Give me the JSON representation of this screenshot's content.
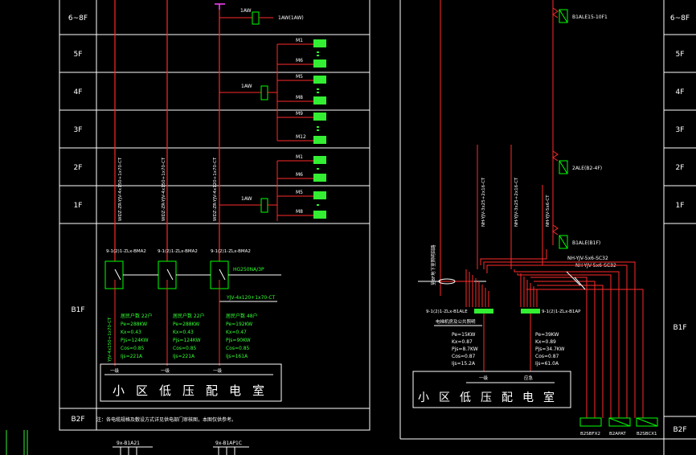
{
  "colors": {
    "background": "#000000",
    "frame": "#ffffff",
    "feeder": "#ff2a2a",
    "breaker": "#00ff00",
    "meter_fill": "#33ee33",
    "label": "#ffffff",
    "data_text": "#33ff33",
    "cable_label": "#ffffff",
    "top_mark": "#ff00ff"
  },
  "floors_left": [
    "6~8F",
    "5F",
    "4F",
    "3F",
    "2F",
    "1F",
    "B1F",
    "B2F"
  ],
  "floors_right": [
    "6~8F",
    "5F",
    "4F",
    "3F",
    "2F",
    "1F",
    "B1F",
    "B2F"
  ],
  "left_panel": {
    "vertical_cables": [
      "WDZ-ZR-YJV-4x150+1x70-CT",
      "WDZ-ZR-YJV-4x150+1x70-CT",
      "WDZ-ZR-YJV-4x120+1x70-CT"
    ],
    "bus_labels": [
      "9-1(2)1-ZLx-BMA2",
      "9-1(2)1-ZLx-BMA2",
      "9-1(2)1-ZLx-BMA2"
    ],
    "breaker_label": "HG250NA/3P",
    "feeder_cable": "YJV-4x120+1x70-CT",
    "left_down_cable": "YJV-4x150+1x70-CT",
    "feeder_data": [
      [
        "居民户数 22户",
        "Pe=288KW",
        "Kx=0.43",
        "Pjs=124KW",
        "Cos=0.85",
        "Ijs=221A"
      ],
      [
        "居民户数 22户",
        "Pe=288KW",
        "Kx=0.43",
        "Pjs=124KW",
        "Cos=0.85",
        "Ijs=221A"
      ],
      [
        "居民户数 48户",
        "Pe=192KW",
        "Kx=0.47",
        "Pjs=90KW",
        "Cos=0.85",
        "Ijs=161A"
      ]
    ],
    "room_labels": [
      "一级",
      "一级",
      "一级"
    ],
    "room_title": "小区低压配电室",
    "note": "注：各电缆规格及敷设方式详见供电部门审核图，本图仅供参考。",
    "top_breaker_label": "1AW",
    "top_meter_label": "1AW(1AW)",
    "mid_label": "1AW",
    "low_label": "1AW",
    "meters_upper": [
      "M1",
      "M6",
      "M5",
      "M8",
      "M9",
      "M12"
    ],
    "meters_lower": [
      "M1",
      "M6",
      "M5",
      "M8"
    ],
    "bottom_labels": [
      "9x-B1A21",
      "9x-B1AP1C"
    ]
  },
  "right_panel": {
    "vertical_cables": [
      "NH-YJV-3x25+2x16-CT",
      "NH-YJV-3x25+2x16-CT",
      "NH-YJV-5x6-CT"
    ],
    "boxes": [
      "B1ALE15-10F1",
      "2ALE(B2-4F)",
      "B1ALE(B1F)"
    ],
    "right_cables": [
      "NH-YJV-5x6-SC32",
      "NH-YJV-5x6-SC32"
    ],
    "bus_labels": [
      "9-1(2)1-ZLx-B1ALE",
      "9-1(2)1-ZLx-B1AP"
    ],
    "feeder_caption": "电梯机房及公共照明",
    "left_side_caption": "至8F地下室照明回路",
    "feeder_data": [
      [
        "Pe=15KW",
        "Kx=0.87",
        "Pjs=8.7KW",
        "Cos=0.87",
        "Ijs=15.2A"
      ],
      [
        "Pe=39KW",
        "Kx=0.89",
        "Pjs=34.7KW",
        "Cos=0.87",
        "Ijs=61.0A"
      ]
    ],
    "room_labels": [
      "一级",
      "应急"
    ],
    "room_title": "小区低压配电室",
    "bottom_boxes": [
      "B2SBFX2",
      "B2APAT",
      "B2SBCX1"
    ]
  }
}
